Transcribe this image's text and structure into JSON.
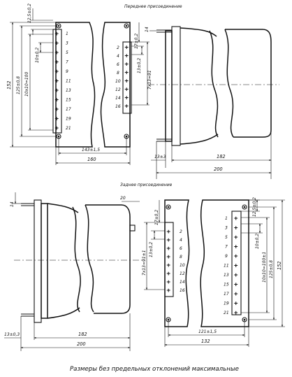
{
  "views": {
    "front": {
      "title": "Переднее присоединение",
      "left_terminals": [
        "1",
        "3",
        "5",
        "7",
        "9",
        "11",
        "13",
        "15",
        "17",
        "19",
        "21"
      ],
      "right_terminals": [
        "2",
        "4",
        "6",
        "8",
        "10",
        "12",
        "14",
        "16"
      ],
      "dims": {
        "d_12_5": "12,5±0,2",
        "d_152": "152",
        "d_125": "125±0,8",
        "d_10x10": "10х10=100",
        "d_10_02": "10±0,2",
        "d_143": "143±1,5",
        "d_160": "160",
        "d_17": "17±0,2",
        "d_13": "13±0,2",
        "d_7x13": "7х13=91",
        "d_14": "14",
        "d_13x3": "13±3",
        "d_182": "182",
        "d_200": "200"
      }
    },
    "rear": {
      "title": "Заднее присоединение",
      "left_terminals": [
        "2",
        "4",
        "6",
        "8",
        "10",
        "12",
        "14",
        "16"
      ],
      "right_terminals": [
        "1",
        "3",
        "5",
        "7",
        "9",
        "11",
        "13",
        "15",
        "17",
        "19",
        "21"
      ],
      "dims": {
        "d_14": "14",
        "d_20": "20",
        "d_17": "17±0,2",
        "d_13": "13±0,2",
        "d_7x13": "7х13=91±1",
        "d_13x03": "13±0,3",
        "d_182": "182",
        "d_200": "200",
        "d_12_5": "12,5±0,2",
        "d_10_02": "10±0,2",
        "d_10x10": "10х10=100±1",
        "d_125": "125±0,8",
        "d_152": "152",
        "d_121": "121±1,5",
        "d_132": "132"
      }
    }
  },
  "caption": "Размеры без предельных отклонений максимальные"
}
